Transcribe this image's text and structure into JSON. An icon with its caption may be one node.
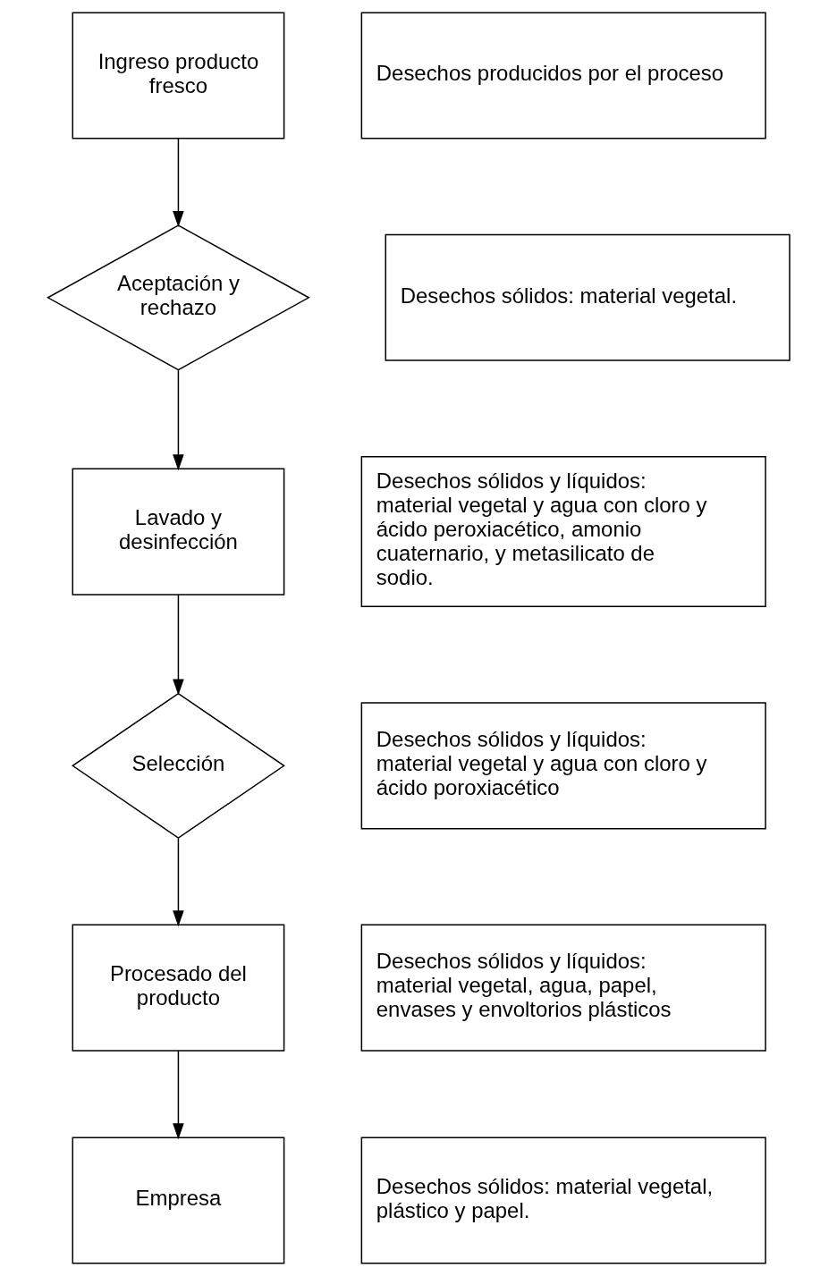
{
  "diagram": {
    "nodes": [
      {
        "text": [
          "Ingreso producto fresco"
        ]
      },
      {
        "text": [
          "Desechos producidos por el proceso"
        ]
      },
      {
        "text": [
          "Aceptación y rechazo"
        ]
      },
      {
        "text": [
          "Desechos sólidos: material vegetal."
        ]
      },
      {
        "text": [
          "Lavado y desinfección"
        ]
      },
      {
        "text": [
          "Desechos sólidos y líquidos: material vegetal y agua con cloro y ácido peroxiacético, amonio cuaternario, y metasilicato de sodio."
        ]
      },
      {
        "text": [
          "Selección"
        ]
      },
      {
        "text": [
          "Desechos sólidos y líquidos: material vegetal y agua con cloro y ácido poroxiacético"
        ]
      },
      {
        "text": [
          "Procesado del producto"
        ]
      },
      {
        "text": [
          "Desechos sólidos y líquidos: material vegetal, agua, papel, envases y envoltorios plásticos"
        ]
      },
      {
        "text": [
          "Empresa"
        ]
      },
      {
        "text": [
          "Desechos sólidos: material vegetal, plástico y papel."
        ]
      }
    ],
    "edges": [
      {
        "from": 0,
        "to": 2,
        "arrow": "to"
      },
      {
        "from": 2,
        "to": 4,
        "arrow": "to"
      },
      {
        "from": 4,
        "to": 6,
        "arrow": "to"
      },
      {
        "from": 6,
        "to": 8,
        "arrow": "to"
      },
      {
        "from": 8,
        "to": 10,
        "arrow": "to"
      }
    ]
  }
}
